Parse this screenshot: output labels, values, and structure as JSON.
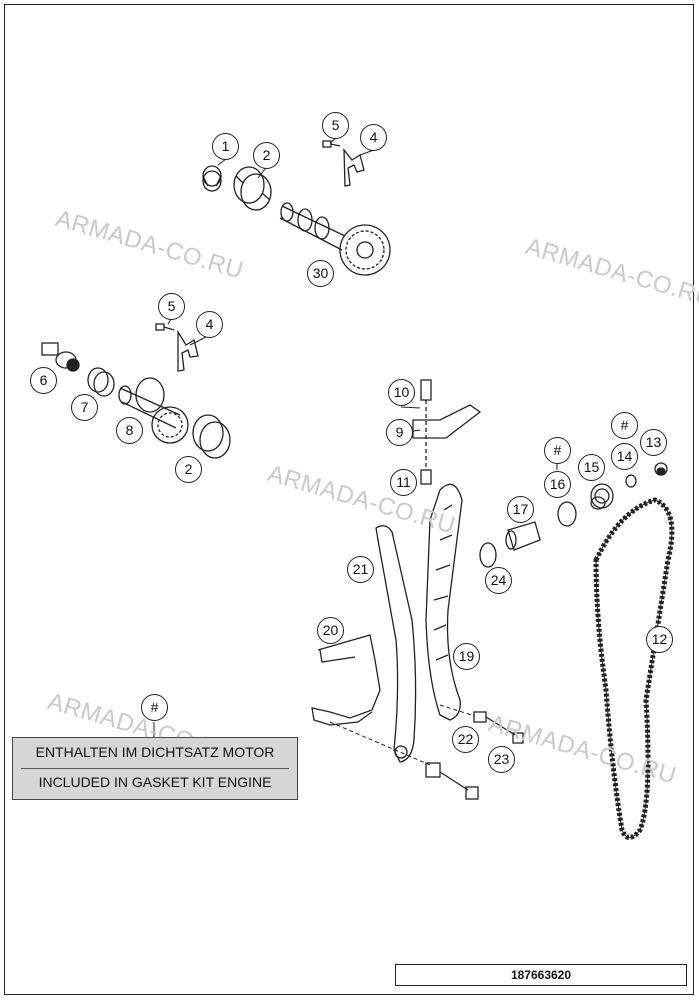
{
  "watermark": "ARMADA-CO.RU",
  "callouts": [
    "1",
    "2",
    "5",
    "4",
    "30",
    "5",
    "4",
    "6",
    "7",
    "8",
    "2",
    "10",
    "9",
    "11",
    "#",
    "16",
    "#",
    "14",
    "13",
    "15",
    "17",
    "24",
    "21",
    "12",
    "20",
    "19",
    "#",
    "22",
    "23"
  ],
  "gasket_note": {
    "de": "ENTHALTEN IM DICHTSATZ MOTOR",
    "en": "INCLUDED IN GASKET KIT ENGINE"
  },
  "reference_number": "187663620"
}
